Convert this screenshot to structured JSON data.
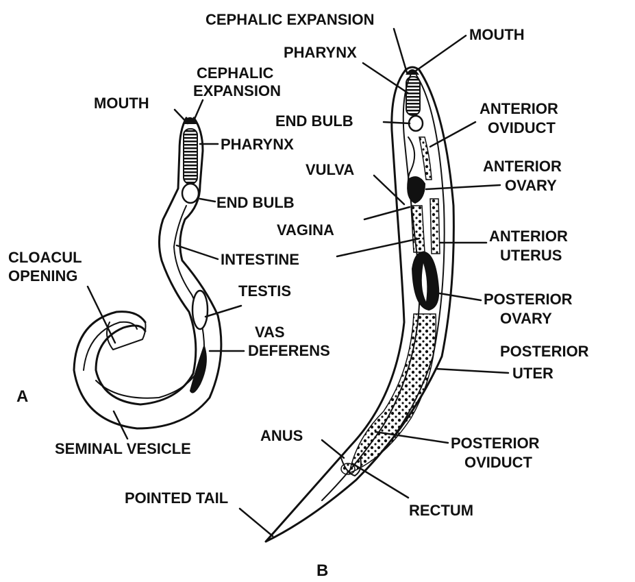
{
  "figure_a": {
    "letter": "A",
    "labels": {
      "mouth": "MOUTH",
      "cephalic_expansion_line1": "CEPHALIC",
      "cephalic_expansion_line2": "EXPANSION",
      "pharynx": "PHARYNX",
      "end_bulb": "END BULB",
      "intestine": "INTESTINE",
      "cloacul_line1": "CLOACUL",
      "cloacul_line2": "OPENING",
      "testis": "TESTIS",
      "vas_deferens_line1": "VAS",
      "vas_deferens_line2": "DEFERENS",
      "seminal_vesicle": "SEMINAL VESICLE"
    }
  },
  "figure_b": {
    "letter": "B",
    "labels": {
      "cephalic_expansion": "CEPHALIC EXPANSION",
      "mouth": "MOUTH",
      "pharynx": "PHARYNX",
      "end_bulb": "END BULB",
      "anterior_oviduct_line1": "ANTERIOR",
      "anterior_oviduct_line2": "OVIDUCT",
      "vulva": "VULVA",
      "anterior_ovary_line1": "ANTERIOR",
      "anterior_ovary_line2": "OVARY",
      "vagina": "VAGINA",
      "anterior_uterus_line1": "ANTERIOR",
      "anterior_uterus_line2": "UTERUS",
      "posterior_ovary_line1": "POSTERIOR",
      "posterior_ovary_line2": "OVARY",
      "posterior_uter_line1": "POSTERIOR",
      "posterior_uter_line2": "UTER",
      "anus": "ANUS",
      "posterior_oviduct_line1": "POSTERIOR",
      "posterior_oviduct_line2": "OVIDUCT",
      "pointed_tail": "POINTED TAIL",
      "rectum": "RECTUM"
    }
  }
}
